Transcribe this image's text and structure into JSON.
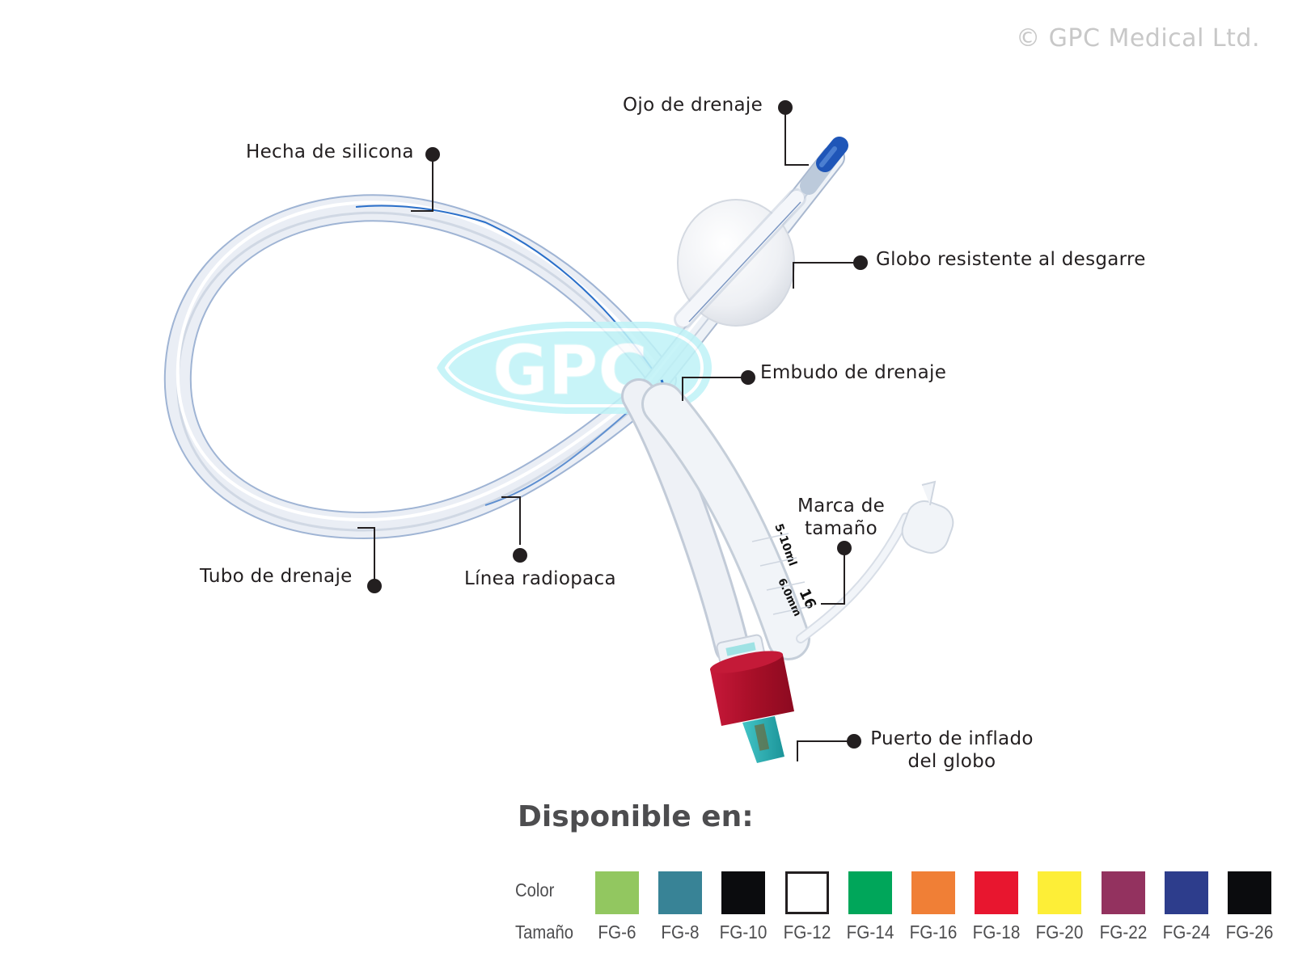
{
  "copyright": "© GPC Medical Ltd.",
  "watermark": "GPC",
  "labels": {
    "drainage_eye": "Ojo de drenaje",
    "silicone": "Hecha de silicona",
    "balloon": "Globo resistente al desgarre",
    "drainage_funnel": "Embudo de drenaje",
    "size_mark_line1": "Marca de",
    "size_mark_line2": "tamaño",
    "drainage_tube": "Tubo de drenaje",
    "radiopaque_line": "Línea radiopaca",
    "inflation_port_line1": "Puerto de inflado",
    "inflation_port_line2": "del globo"
  },
  "catheter_markings": {
    "volume": "5-10ml",
    "diameter": "6.0mm",
    "size": "16"
  },
  "availability": {
    "title": "Disponible en:",
    "color_label": "Color",
    "size_label": "Tamaño",
    "options": [
      {
        "size": "FG-6",
        "color": "#92c760"
      },
      {
        "size": "FG-8",
        "color": "#388396"
      },
      {
        "size": "FG-10",
        "color": "#0b0c0e"
      },
      {
        "size": "FG-12",
        "color": "#ffffff"
      },
      {
        "size": "FG-14",
        "color": "#00a65a"
      },
      {
        "size": "FG-16",
        "color": "#f07f36"
      },
      {
        "size": "FG-18",
        "color": "#e8162f"
      },
      {
        "size": "FG-20",
        "color": "#fdee37"
      },
      {
        "size": "FG-22",
        "color": "#93325f"
      },
      {
        "size": "FG-24",
        "color": "#2d3d8c"
      },
      {
        "size": "FG-26",
        "color": "#0b0c0e"
      }
    ]
  },
  "colors": {
    "tube_outline": "#8fa9cf",
    "radiopaque": "#2a6fc9",
    "tip": "#1f56b8",
    "valve_red": "#b0122b",
    "valve_teal": "#2fb3b7",
    "watermark_fill": "#bff3f7"
  }
}
